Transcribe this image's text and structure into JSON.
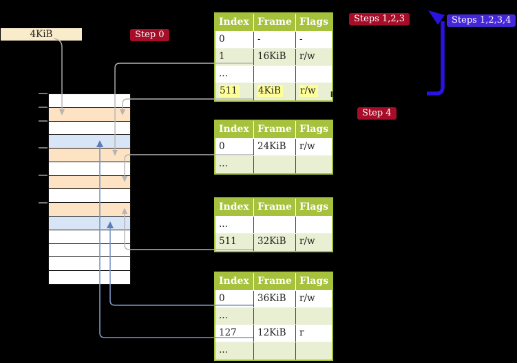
{
  "frame_label": "4KiB",
  "badges": {
    "step0": "Step 0",
    "steps123": "Steps 1,2,3",
    "steps1234": "Steps 1,2,3,4",
    "step4": "Step 4"
  },
  "memory_strip": {
    "rows": [
      "white",
      "orange",
      "white",
      "blue",
      "orange",
      "white",
      "orange",
      "white",
      "orange",
      "blue",
      "white",
      "white",
      "white",
      "white"
    ],
    "tick_row_boundaries": [
      0,
      1,
      2,
      4,
      6,
      8
    ]
  },
  "page_tables": [
    {
      "label": "page-table-1",
      "headers": [
        "Index",
        "Frame",
        "Flags"
      ],
      "rows": [
        {
          "cells": [
            "0",
            "-",
            "-"
          ]
        },
        {
          "cells": [
            "1",
            "16KiB",
            "r/w"
          ]
        },
        {
          "cells": [
            "...",
            "",
            ""
          ]
        },
        {
          "cells": [
            "511",
            "4KiB",
            "r/w"
          ],
          "highlight": true
        }
      ]
    },
    {
      "label": "page-table-2",
      "headers": [
        "Index",
        "Frame",
        "Flags"
      ],
      "rows": [
        {
          "cells": [
            "0",
            "24KiB",
            "r/w"
          ]
        },
        {
          "cells": [
            "...",
            "",
            ""
          ]
        }
      ]
    },
    {
      "label": "page-table-3",
      "headers": [
        "Index",
        "Frame",
        "Flags"
      ],
      "rows": [
        {
          "cells": [
            "...",
            "",
            ""
          ]
        },
        {
          "cells": [
            "511",
            "32KiB",
            "r/w"
          ]
        }
      ]
    },
    {
      "label": "page-table-4",
      "headers": [
        "Index",
        "Frame",
        "Flags"
      ],
      "rows": [
        {
          "cells": [
            "0",
            "36KiB",
            "r/w"
          ]
        },
        {
          "cells": [
            "...",
            "",
            ""
          ]
        },
        {
          "cells": [
            "127",
            "12KiB",
            "r"
          ]
        },
        {
          "cells": [
            "...",
            "",
            ""
          ]
        }
      ]
    }
  ],
  "colors": {
    "background": "#000000",
    "table_header_green": "#a6c23c",
    "table_row_shaded": "#e9efd2",
    "highlight_yellow": "#ffff99",
    "badge_red": "#a50d29",
    "badge_blue": "#4527d9",
    "big_arrow_blue": "#2a12e0",
    "connector_gray": "#b5b5b5",
    "connector_blue": "#7b97c4",
    "strip_orange": "#fde3c3",
    "strip_blue": "#d8e5f6",
    "frame_label_cream": "#f8ecca"
  }
}
